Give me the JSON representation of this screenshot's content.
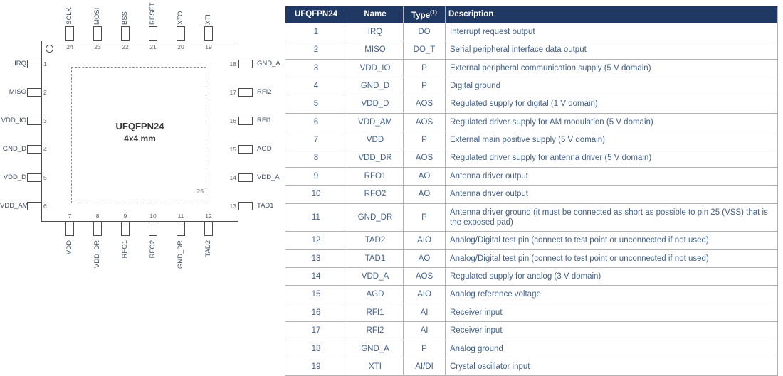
{
  "diagram": {
    "title": "UFQFPN24",
    "subtitle": "4x4 mm",
    "exposed_pad_number": "25",
    "pins_top": [
      {
        "num": "24",
        "name": "SCLK"
      },
      {
        "num": "23",
        "name": "MOSI"
      },
      {
        "num": "22",
        "name": "BSS"
      },
      {
        "num": "21",
        "name": "RESET"
      },
      {
        "num": "20",
        "name": "XTO"
      },
      {
        "num": "19",
        "name": "XTI"
      }
    ],
    "pins_left": [
      {
        "num": "1",
        "name": "IRQ"
      },
      {
        "num": "2",
        "name": "MISO"
      },
      {
        "num": "3",
        "name": "VDD_IO"
      },
      {
        "num": "4",
        "name": "GND_D"
      },
      {
        "num": "5",
        "name": "VDD_D"
      },
      {
        "num": "6",
        "name": "VDD_AM"
      }
    ],
    "pins_right": [
      {
        "num": "18",
        "name": "GND_A"
      },
      {
        "num": "17",
        "name": "RFI2"
      },
      {
        "num": "16",
        "name": "RFI1"
      },
      {
        "num": "15",
        "name": "AGD"
      },
      {
        "num": "14",
        "name": "VDD_A"
      },
      {
        "num": "13",
        "name": "TAD1"
      }
    ],
    "pins_bottom": [
      {
        "num": "7",
        "name": "VDD"
      },
      {
        "num": "8",
        "name": "VDD_DR"
      },
      {
        "num": "9",
        "name": "RFO1"
      },
      {
        "num": "10",
        "name": "RFO2"
      },
      {
        "num": "11",
        "name": "GND_DR"
      },
      {
        "num": "12",
        "name": "TAD2"
      }
    ]
  },
  "table": {
    "headers": {
      "pin": "UFQFPN24",
      "name": "Name",
      "type": "Type",
      "type_sup": "(1)",
      "description": "Description"
    },
    "rows": [
      {
        "pin": "1",
        "name": "IRQ",
        "type": "DO",
        "description": "Interrupt request output"
      },
      {
        "pin": "2",
        "name": "MISO",
        "type": "DO_T",
        "description": "Serial peripheral interface data output"
      },
      {
        "pin": "3",
        "name": "VDD_IO",
        "type": "P",
        "description": "External peripheral communication supply (5 V domain)"
      },
      {
        "pin": "4",
        "name": "GND_D",
        "type": "P",
        "description": "Digital ground"
      },
      {
        "pin": "5",
        "name": "VDD_D",
        "type": "AOS",
        "description": "Regulated supply for digital (1 V domain)"
      },
      {
        "pin": "6",
        "name": "VDD_AM",
        "type": "AOS",
        "description": "Regulated driver supply for AM modulation (5 V domain)"
      },
      {
        "pin": "7",
        "name": "VDD",
        "type": "P",
        "description": "External main positive supply (5 V domain)"
      },
      {
        "pin": "8",
        "name": "VDD_DR",
        "type": "AOS",
        "description": "Regulated driver supply for antenna driver (5 V domain)"
      },
      {
        "pin": "9",
        "name": "RFO1",
        "type": "AO",
        "description": "Antenna driver output"
      },
      {
        "pin": "10",
        "name": "RFO2",
        "type": "AO",
        "description": "Antenna driver output"
      },
      {
        "pin": "11",
        "name": "GND_DR",
        "type": "P",
        "description": "Antenna driver ground (it must be connected as short as possible to pin 25 (VSS) that is the exposed pad)"
      },
      {
        "pin": "12",
        "name": "TAD2",
        "type": "AIO",
        "description": "Analog/Digital test pin (connect to test point or unconnected if not used)"
      },
      {
        "pin": "13",
        "name": "TAD1",
        "type": "AO",
        "description": "Analog/Digital test pin (connect to test point or unconnected if not used)"
      },
      {
        "pin": "14",
        "name": "VDD_A",
        "type": "AOS",
        "description": "Regulated supply for analog (3 V domain)"
      },
      {
        "pin": "15",
        "name": "AGD",
        "type": "AIO",
        "description": "Analog reference voltage"
      },
      {
        "pin": "16",
        "name": "RFI1",
        "type": "AI",
        "description": "Receiver input"
      },
      {
        "pin": "17",
        "name": "RFI2",
        "type": "AI",
        "description": "Receiver input"
      },
      {
        "pin": "18",
        "name": "GND_A",
        "type": "P",
        "description": "Analog ground"
      },
      {
        "pin": "19",
        "name": "XTI",
        "type": "AI/DI",
        "description": "Crystal oscillator input"
      }
    ]
  },
  "colors": {
    "table_header_bg": "#1f3864",
    "table_header_text": "#ffffff",
    "table_text": "#44618c"
  }
}
